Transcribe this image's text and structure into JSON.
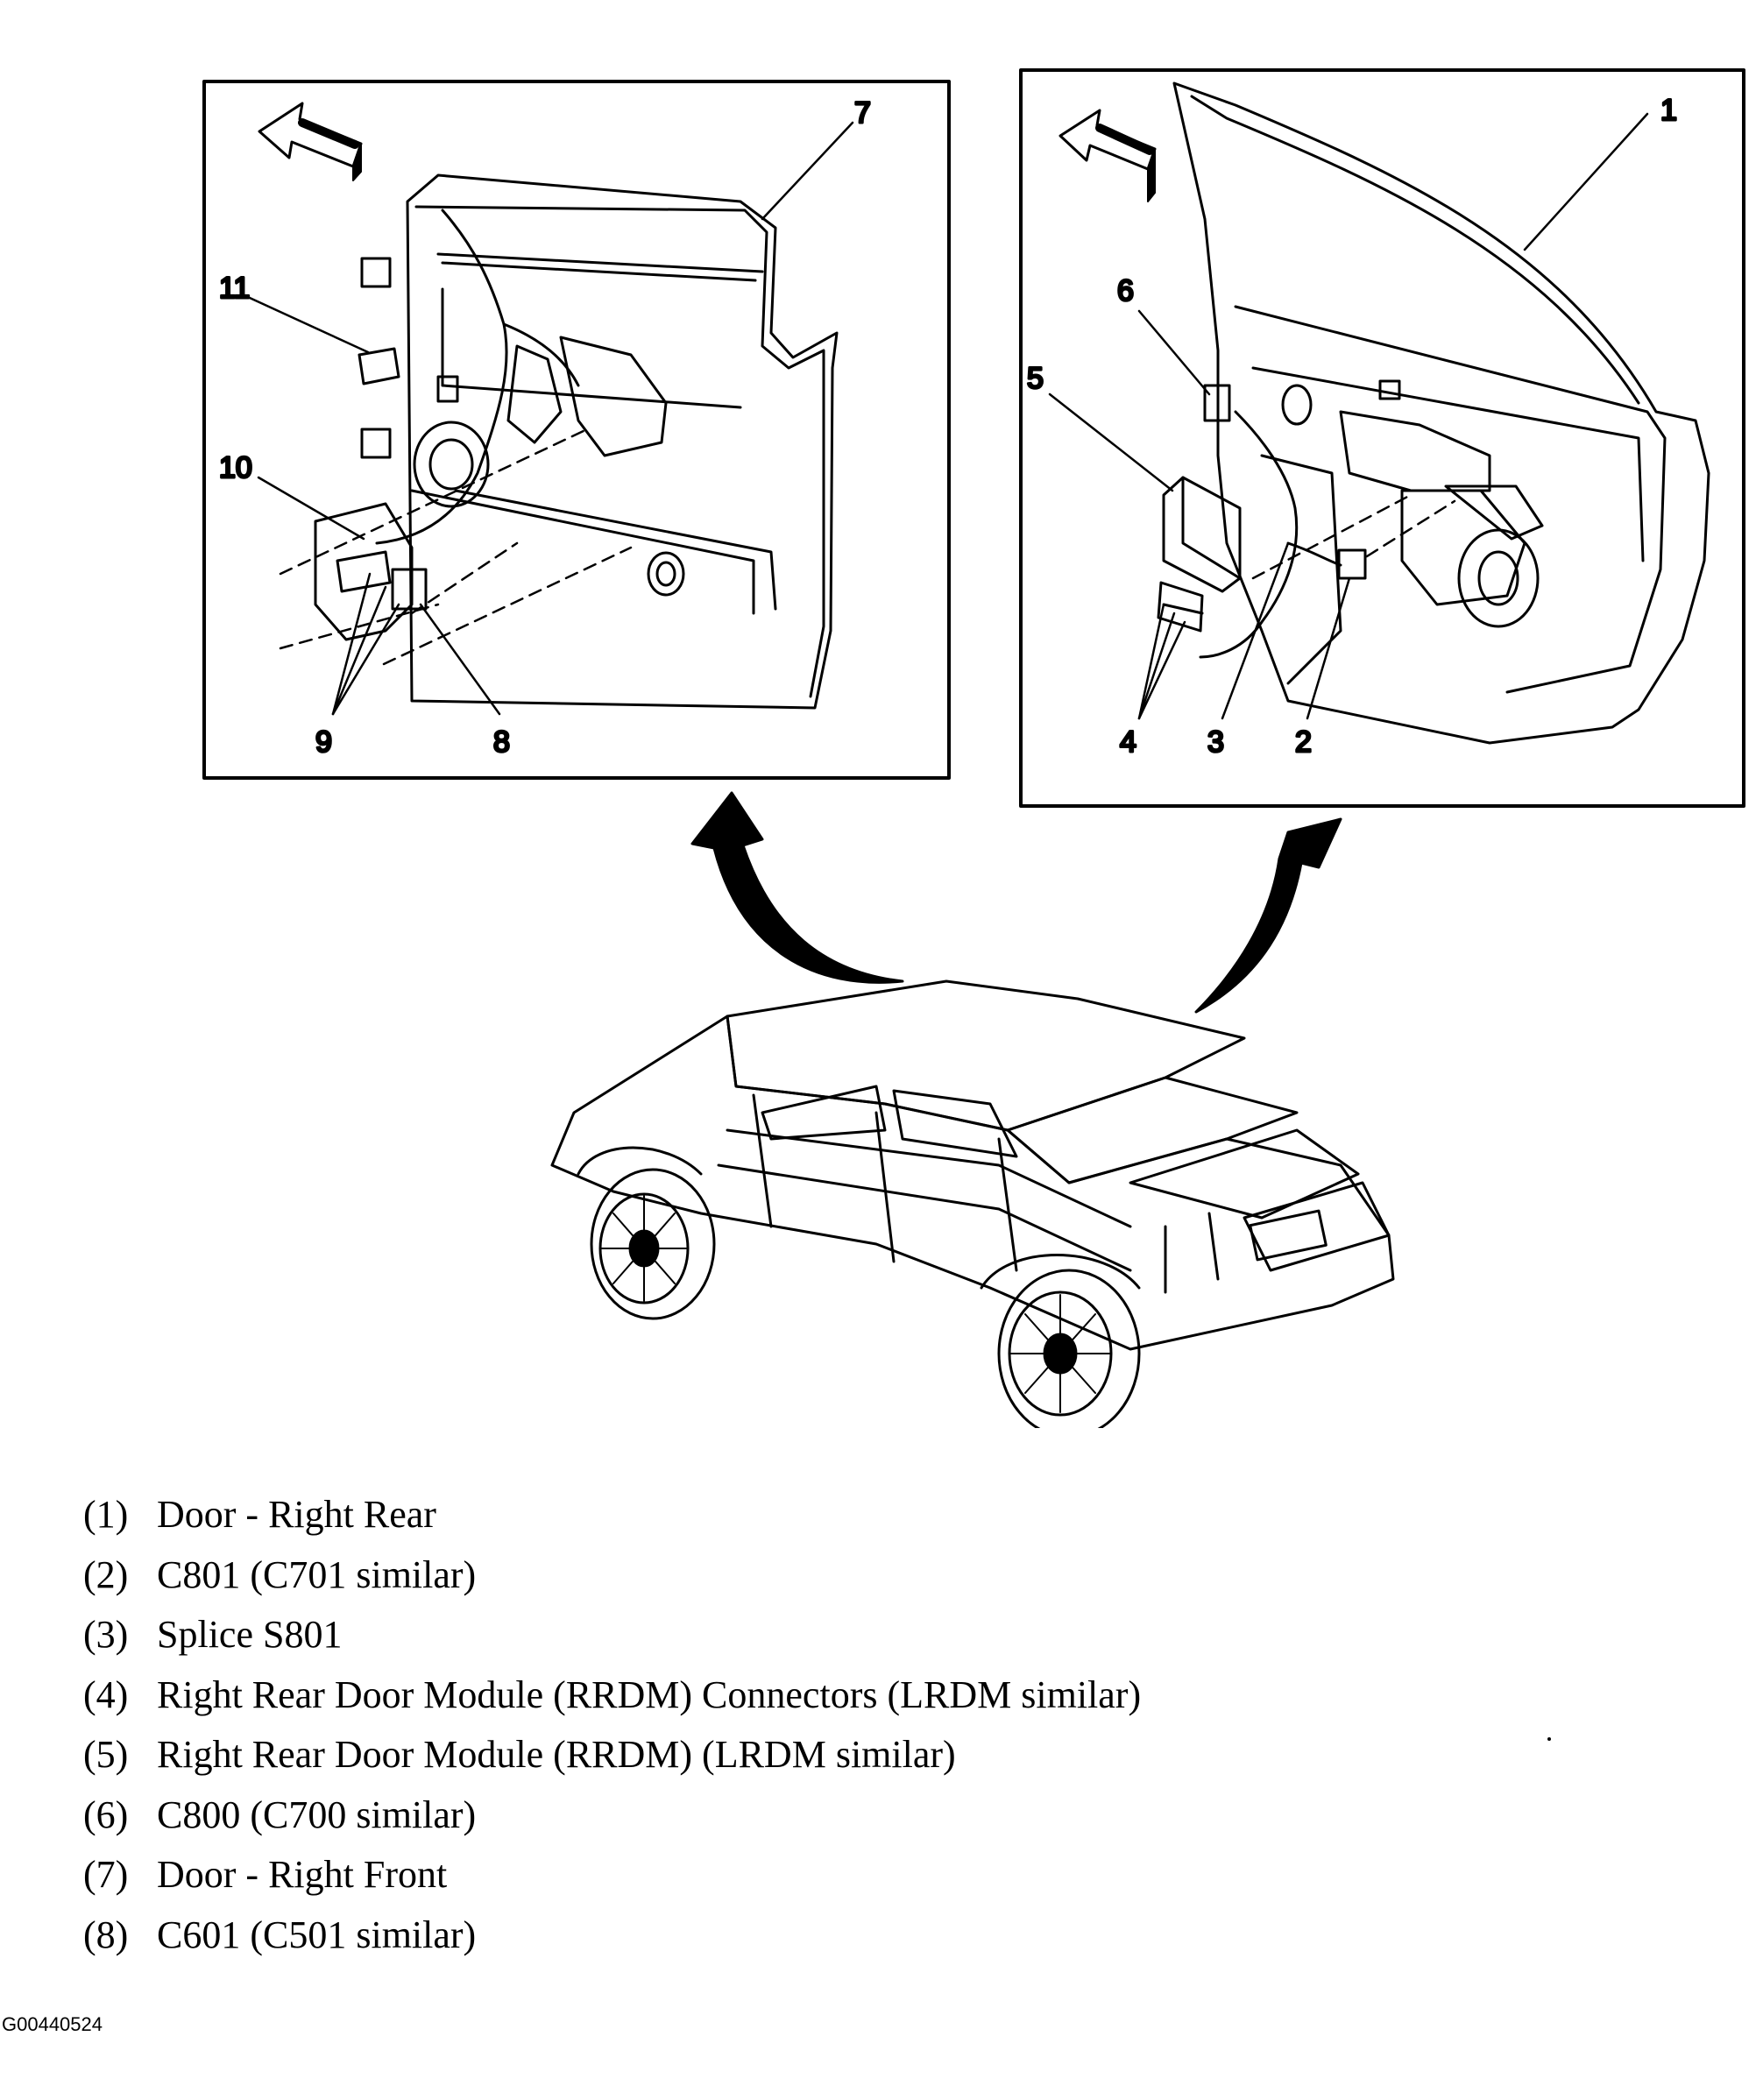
{
  "callouts": {
    "front_panel": {
      "c7": "7",
      "c11": "11",
      "c10": "10",
      "c9": "9",
      "c8": "8"
    },
    "rear_panel": {
      "c1": "1",
      "c6": "6",
      "c5": "5",
      "c4": "4",
      "c3": "3",
      "c2": "2"
    }
  },
  "legend": [
    {
      "num": "(1)",
      "text": "Door - Right Rear"
    },
    {
      "num": "(2)",
      "text": "C801 (C701 similar)"
    },
    {
      "num": "(3)",
      "text": "Splice S801"
    },
    {
      "num": "(4)",
      "text": "Right Rear Door Module (RRDM) Connectors (LRDM similar)"
    },
    {
      "num": "(5)",
      "text": "Right Rear Door Module (RRDM) (LRDM similar)"
    },
    {
      "num": "(6)",
      "text": "C800 (C700 similar)"
    },
    {
      "num": "(7)",
      "text": "Door - Right Front"
    },
    {
      "num": "(8)",
      "text": "C601 (C501 similar)"
    }
  ],
  "figure_id": "G00440524"
}
